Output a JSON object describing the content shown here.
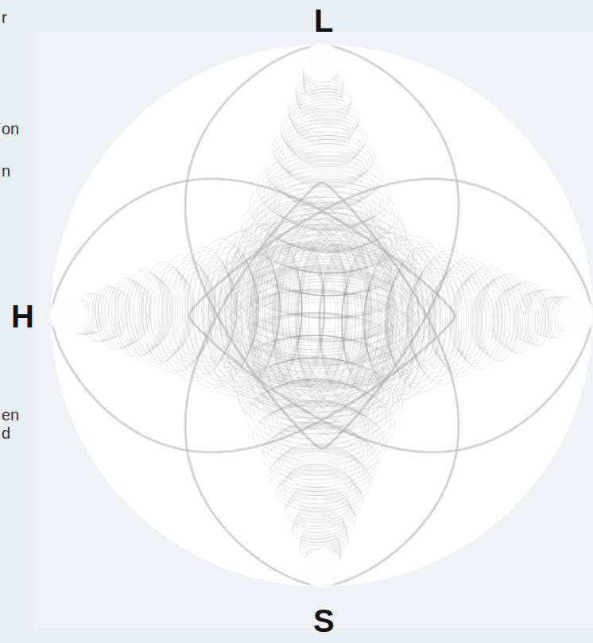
{
  "diagram": {
    "labels": [
      "L",
      "H",
      "S",
      "r",
      "on",
      "n",
      "en",
      "d"
    ]
  }
}
